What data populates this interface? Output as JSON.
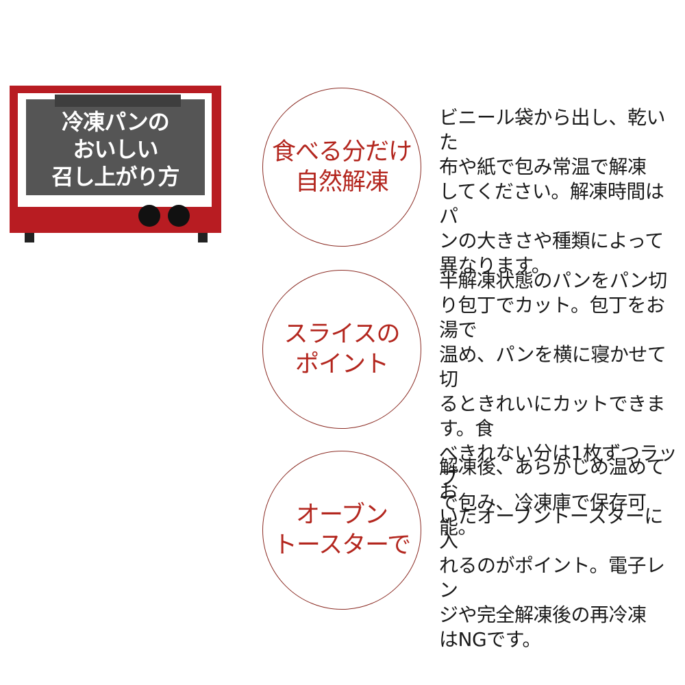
{
  "toaster": {
    "title": "冷凍パンの\nおいしい\n召し上がり方",
    "colors": {
      "body": "#b81c22",
      "window": "#555555",
      "knob": "#111111"
    }
  },
  "tips": [
    {
      "circle_label": "食べる分だけ\n自然解凍",
      "text": "ビニール袋から出し、乾いた\n布や紙で包み常温で解凍\nしてください。解凍時間はパ\nンの大きさや種類によって\n異なります。"
    },
    {
      "circle_label": "スライスの\nポイント",
      "text": "半解凍状態のパンをパン切\nり包丁でカット。包丁をお湯で\n温め、パンを横に寝かせて切\nるときれいにカットできます。食\nべきれない分は1枚ずつラップ\nで包み、冷凍庫で保存可能。"
    },
    {
      "circle_label": "オーブン\nトースターで",
      "text": "解凍後、あらかじめ温めてお\nいたオーブントースターに入\nれるのがポイント。電子レン\nジや完全解凍後の再冷凍\nはNGです。"
    }
  ],
  "accent_color": "#b3261e"
}
